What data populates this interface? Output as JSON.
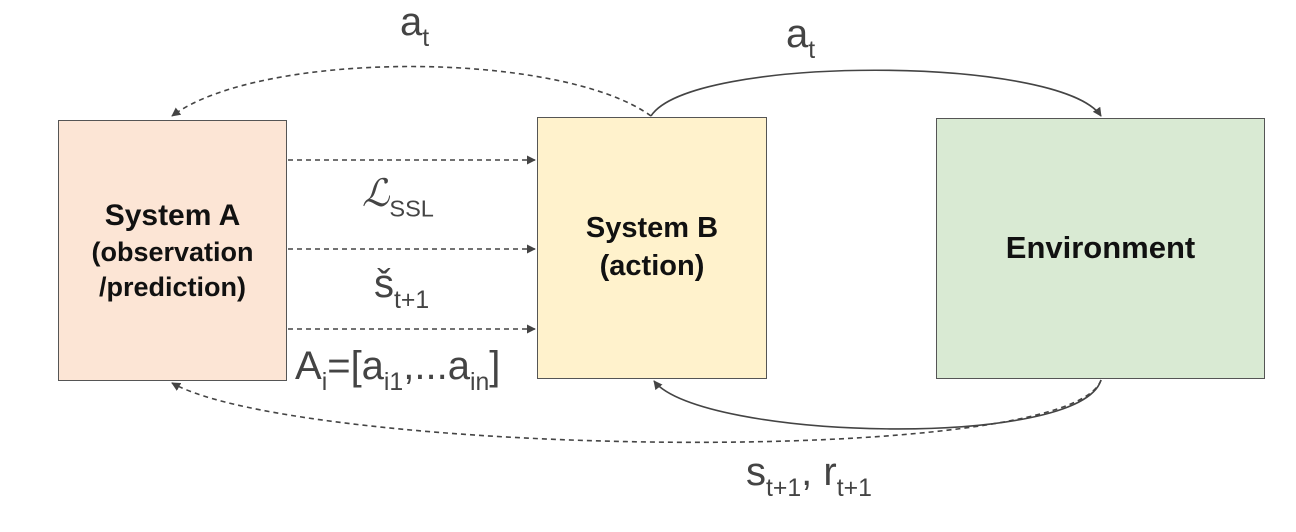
{
  "nodes": {
    "system_a": {
      "title": "System A",
      "line2": "(observation",
      "line3": "/prediction)",
      "fill": "#fce5d5"
    },
    "system_b": {
      "title": "System B",
      "line2": "(action)",
      "fill": "#fff2cc"
    },
    "environment": {
      "title": "Environment",
      "fill": "#d9ead3"
    }
  },
  "edges": {
    "action_left": {
      "base": "a",
      "sub": "t"
    },
    "action_right": {
      "base": "a",
      "sub": "t"
    },
    "ssl_loss": {
      "base": "ℒ",
      "sub": "SSL"
    },
    "predicted_state": {
      "base": "š",
      "sub": "t+1"
    },
    "action_set": {
      "prefix": "A",
      "sub1": "i",
      "mid": "=[a",
      "sub2": "i1",
      "mid2": ",...a",
      "sub3": "in",
      "suffix": "]"
    },
    "feedback": {
      "s": "s",
      "s_sub": "t+1",
      "sep": ", r",
      "r_sub": "t+1"
    }
  },
  "colors": {
    "border": "#555555",
    "arrow": "#444444",
    "label": "#444444"
  }
}
